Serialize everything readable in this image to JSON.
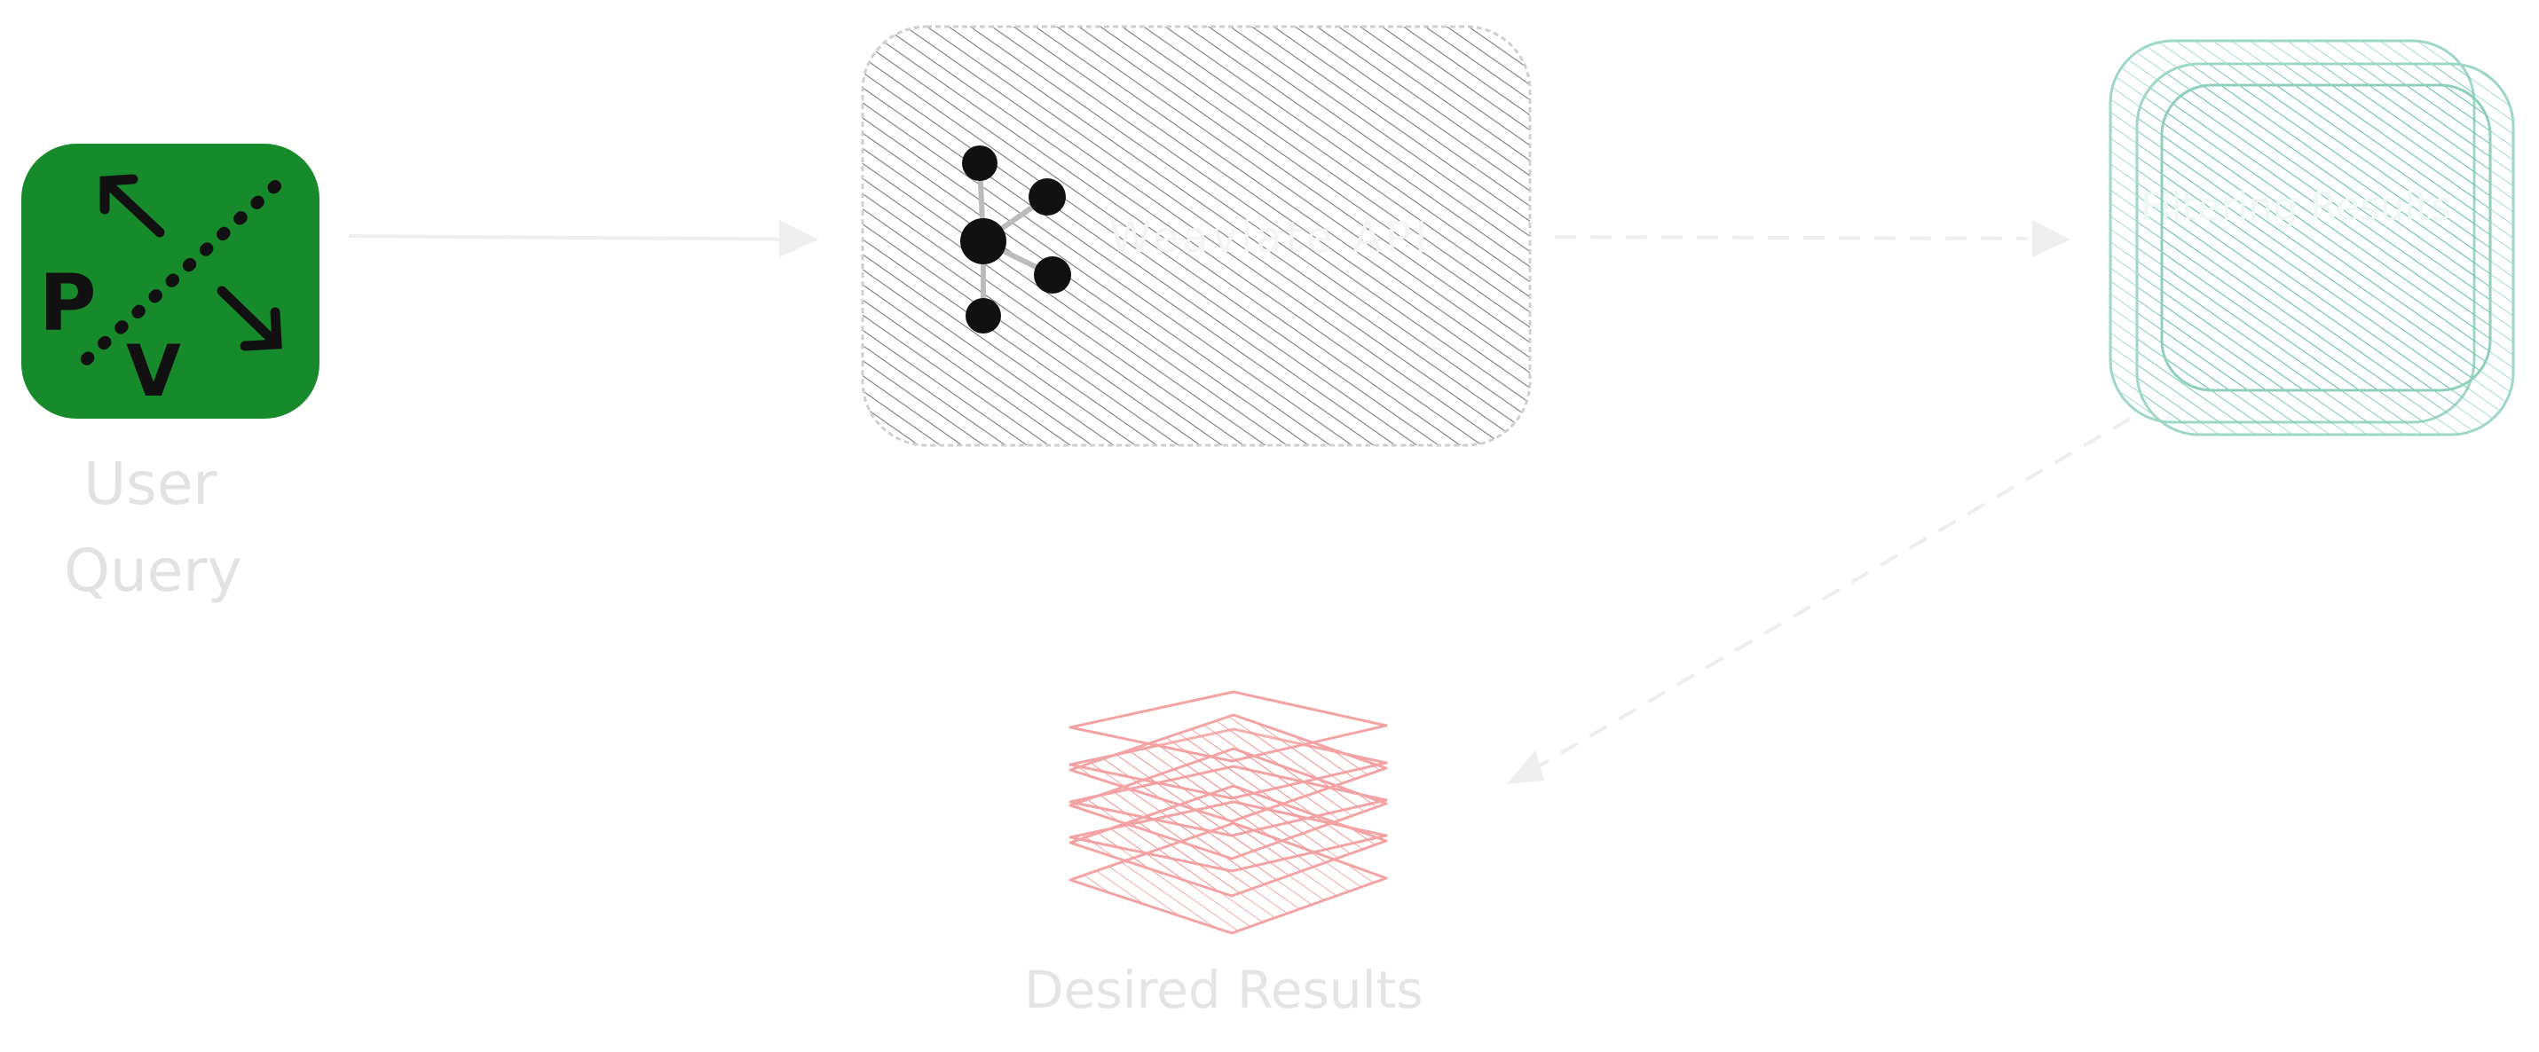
{
  "nodes": {
    "user_query": {
      "label_line1": "User",
      "label_line2": "Query",
      "icon_letters": {
        "p": "P",
        "v": "V"
      },
      "tile_color": "#178a2c"
    },
    "center_node": {
      "label": "Weaviate API",
      "hatch_color": "#7a7a7a"
    },
    "filtering_results": {
      "label": "Filtering Results",
      "hatch_color": "#4fb78f"
    },
    "desired_results": {
      "label": "Desired Results",
      "hatch_color": "#f08a8a"
    }
  },
  "edges": [
    {
      "from": "user_query",
      "to": "center_node",
      "style": "solid"
    },
    {
      "from": "center_node",
      "to": "filtering_results",
      "style": "dashed"
    },
    {
      "from": "filtering_results",
      "to": "desired_results",
      "style": "dashed"
    }
  ]
}
